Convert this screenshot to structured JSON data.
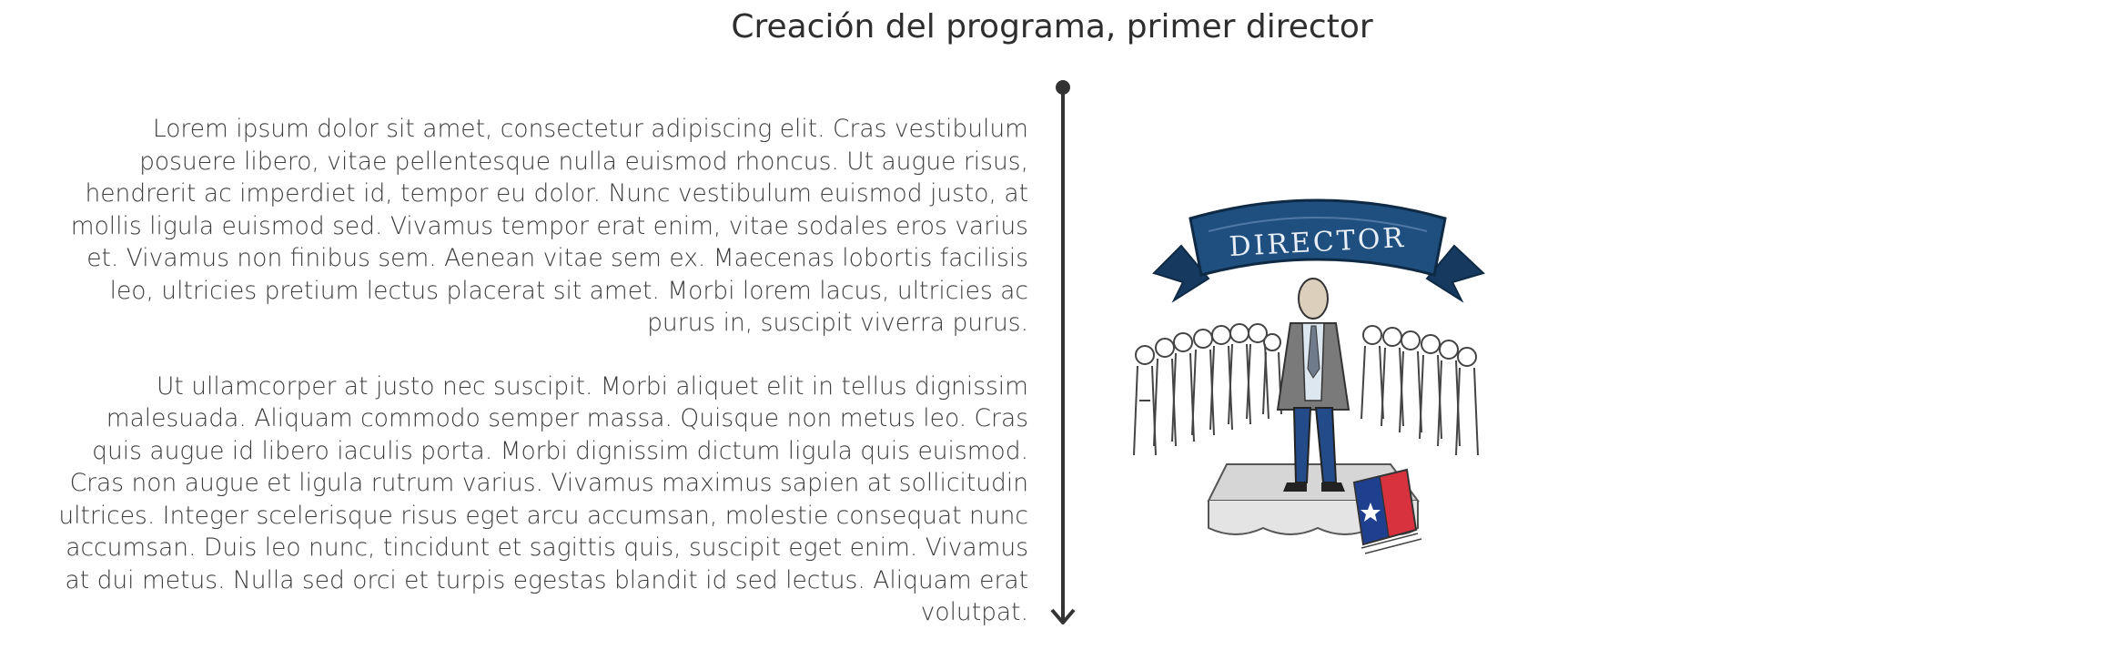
{
  "section": {
    "title": "Creación del programa, primer director"
  },
  "paragraphs": [
    "Lorem ipsum dolor sit amet, consectetur adipiscing elit. Cras vestibulum posuere libero, vitae pellentesque nulla euismod rhoncus. Ut augue risus, hendrerit ac imperdiet id, tempor eu dolor. Nunc vestibulum euismod justo, at mollis ligula euismod sed. Vivamus tempor erat enim, vitae sodales eros varius et. Vivamus non finibus sem. Aenean vitae sem ex. Maecenas lobortis facilisis leo, ultricies pretium lectus placerat sit amet. Morbi lorem lacus, ultricies ac purus in, suscipit viverra purus.",
    "Ut ullamcorper at justo nec suscipit. Morbi aliquet elit in tellus dignissim malesuada. Aliquam commodo semper massa. Quisque non metus leo. Cras quis augue id libero iaculis porta. Morbi dignissim dictum ligula quis euismod. Cras non augue et ligula rutrum varius. Vivamus maximus sapien at sollicitudin ultrices. Integer scelerisque risus eget arcu accumsan, molestie consequat nunc accumsan. Duis leo nunc, tincidunt et sagittis quis, suscipit eget enim. Vivamus at dui metus. Nulla sed orci et turpis egestas blandit id sed lectus. Aliquam erat volutpat."
  ],
  "illustration": {
    "banner_text": "DIRECTOR",
    "banner_color": "#1f4f7f",
    "flag_red": "#d9323f",
    "flag_blue": "#1f3f8f"
  },
  "colors": {
    "text": "#3d3d3d",
    "timeline": "#333333"
  }
}
